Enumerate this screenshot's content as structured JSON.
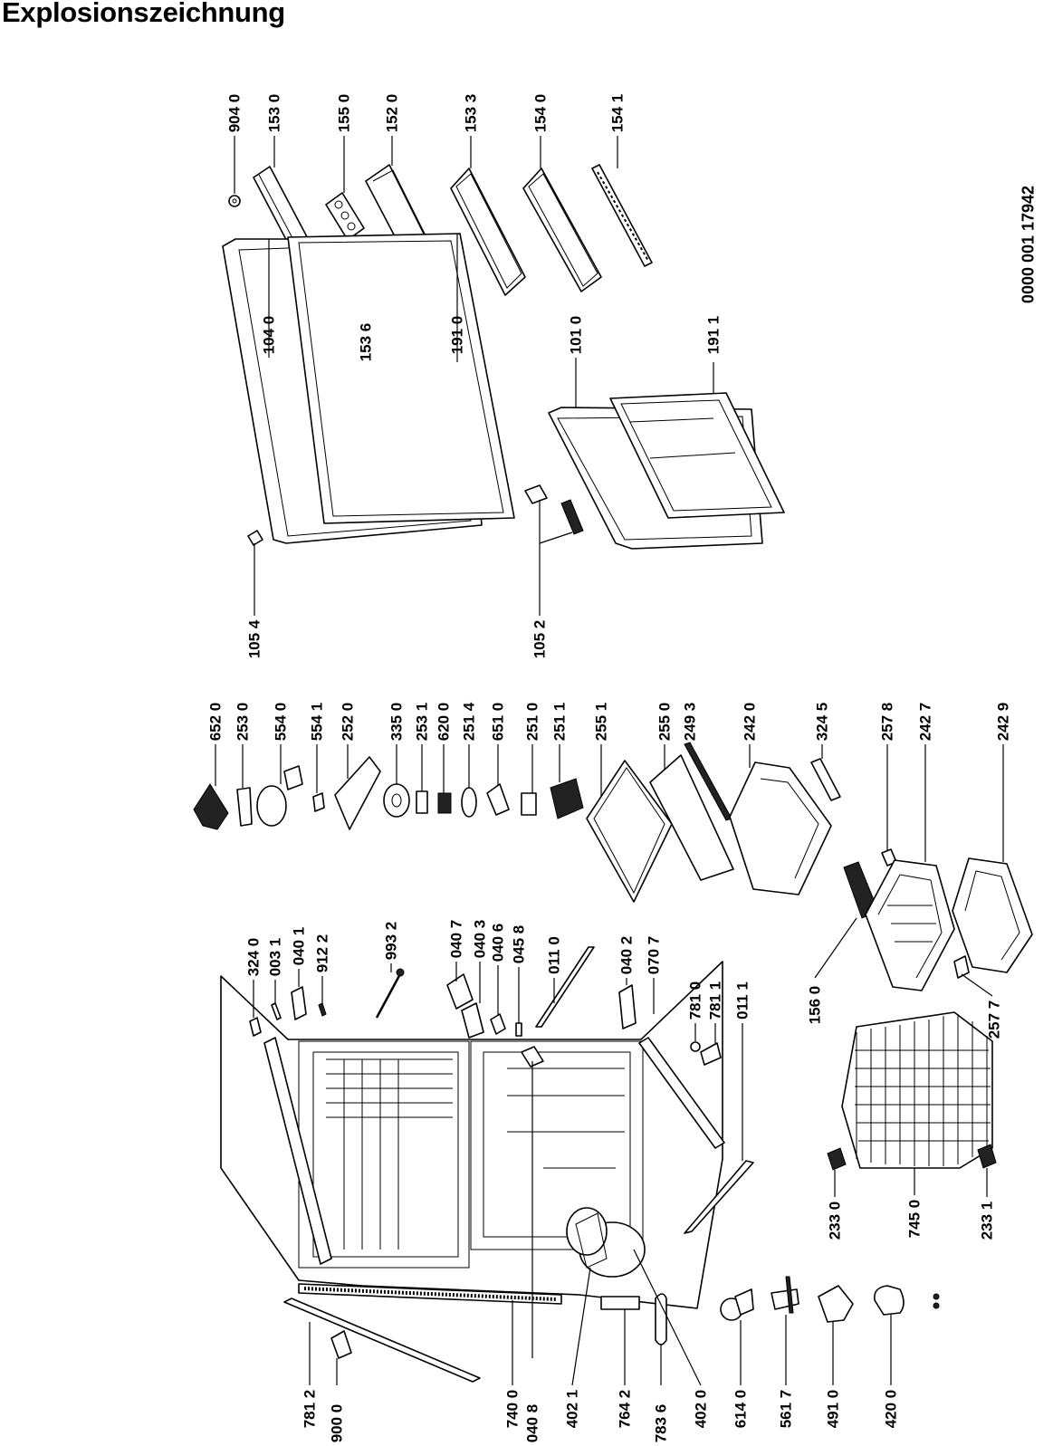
{
  "title": "Explosionszeichnung",
  "document_number": "0000 001 17942",
  "part_numbers": [
    "904 0",
    "153 0",
    "155 0",
    "152 0",
    "153 3",
    "154 0",
    "154 1",
    "153 6",
    "104 0",
    "191 0",
    "101 0",
    "191 1",
    "105 4",
    "105 2",
    "652 0",
    "253 0",
    "554 0",
    "554 1",
    "252 0",
    "335 0",
    "253 1",
    "620 0",
    "251 4",
    "651 0",
    "251 0",
    "251 1",
    "255 1",
    "255 0",
    "249 3",
    "242 0",
    "324 5",
    "257 8",
    "242 7",
    "242 9",
    "156 0",
    "257 7",
    "324 0",
    "003 1",
    "040 1",
    "912 2",
    "993 2",
    "040 7",
    "040 3",
    "040 6",
    "045 8",
    "011 0",
    "040 2",
    "070 7",
    "781 0",
    "781 1",
    "011 1",
    "233 0",
    "745 0",
    "233 1",
    "781 2",
    "900 0",
    "740 0",
    "040 8",
    "402 1",
    "764 2",
    "783 6",
    "402 0",
    "614 0",
    "561 7",
    "491 0",
    "420 0"
  ]
}
